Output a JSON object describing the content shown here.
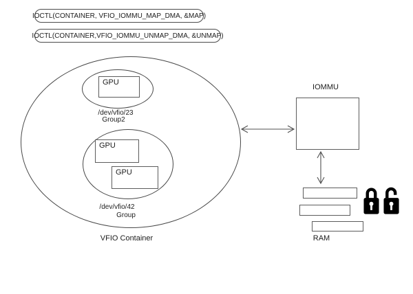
{
  "diagram": {
    "commands": [
      "IOCTL(CONTAINER, VFIO_IOMMU_MAP_DMA, &MAP)",
      "IOCTL(CONTAINER,VFIO_IOMMU_UNMAP_DMA, &UNMAP)"
    ],
    "container": {
      "label": "VFIO Container",
      "group2": {
        "device": "/dev/vfio/23",
        "name": "Group2",
        "gpu": "GPU"
      },
      "group": {
        "device": "/dev/vfio/42",
        "name": "Group",
        "gpu1": "GPU",
        "gpu2": "GPU"
      }
    },
    "iommu_label": "IOMMU",
    "ram_label": "RAM",
    "icons": {
      "locked": "locked-padlock-icon",
      "unlocked": "unlocked-padlock-icon"
    },
    "colors": {
      "background": "#ffffff",
      "stroke": "#4a4a4a",
      "box_stroke": "#5b5b5b",
      "text": "#1c1c1c",
      "lock_fill": "#000000"
    }
  }
}
